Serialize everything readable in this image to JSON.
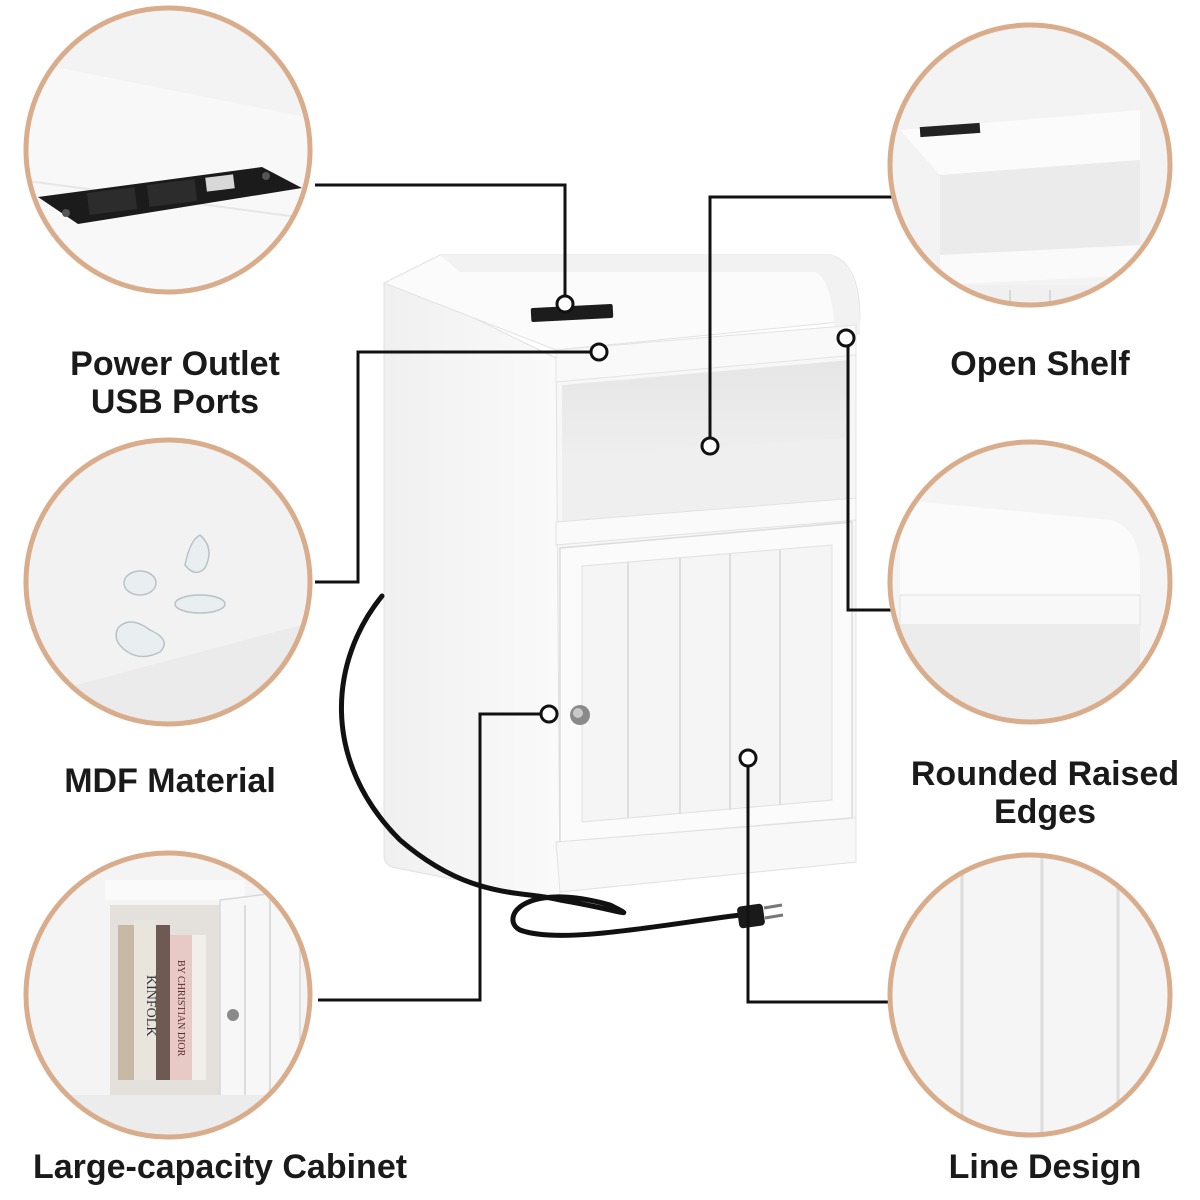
{
  "features": {
    "power_outlet": {
      "line1": "Power Outlet",
      "line2": "USB Ports"
    },
    "open_shelf": {
      "label": "Open Shelf"
    },
    "mdf_material": {
      "label": "MDF Material"
    },
    "rounded_edges": {
      "line1": "Rounded Raised",
      "line2": "Edges"
    },
    "cabinet": {
      "label": "Large-capacity Cabinet"
    },
    "line_design": {
      "label": "Line Design"
    }
  },
  "book_spines": {
    "kinfolk": "KINFOLK",
    "dior": "BY CHRISTIAN DIOR"
  },
  "colors": {
    "circle_ring": "#d9ad8c",
    "cabinet_white": "#f6f6f6",
    "callout_line": "#111111",
    "text": "#1a1a1a"
  },
  "icons": [
    "outlet-icon",
    "water-drop-icon",
    "knob-icon",
    "power-plug-icon"
  ]
}
